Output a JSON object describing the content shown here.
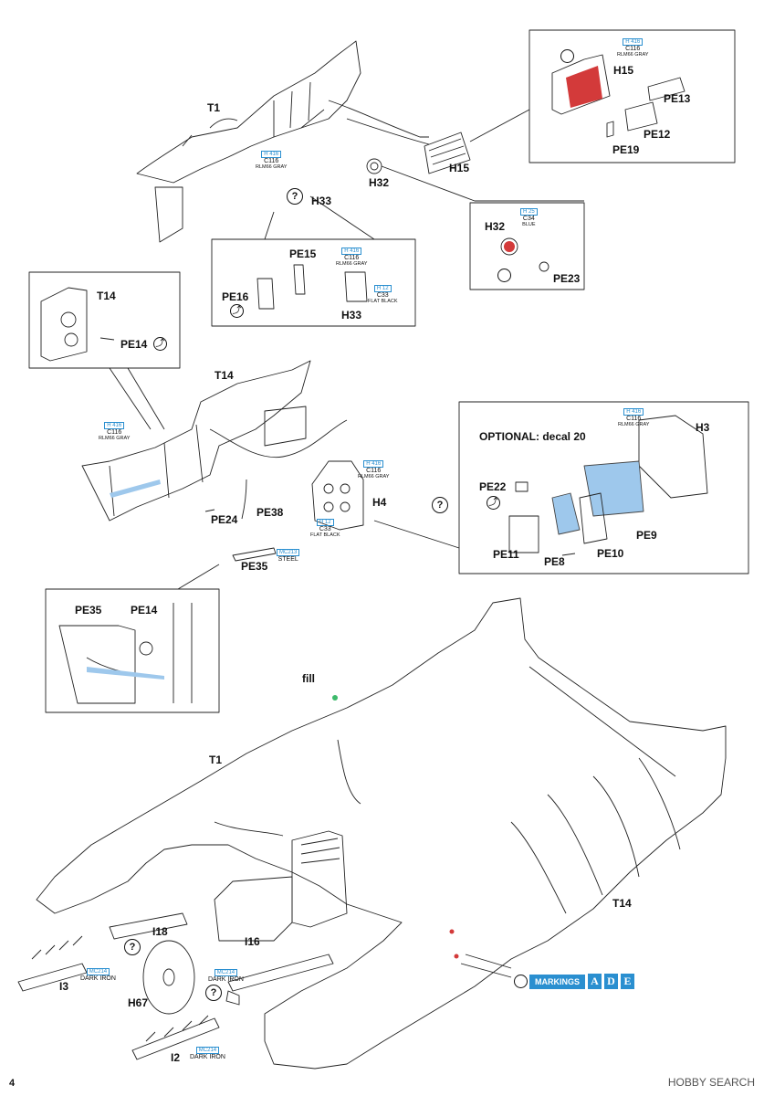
{
  "page_number": "4",
  "watermark": "HOBBY SEARCH",
  "colors": {
    "accent": "#2a8fd0",
    "red_part": "#d33a3a",
    "blue_part": "#9ec8ec"
  },
  "labels": {
    "t1_top": "T1",
    "h15_a": "H15",
    "pe13": "PE13",
    "pe12": "PE12",
    "pe19": "PE19",
    "h15_b": "H15",
    "h32_a": "H32",
    "h33": "H33",
    "h32_b": "H32",
    "pe23": "PE23",
    "pe15": "PE15",
    "pe16": "PE16",
    "h33_b": "H33",
    "t14_inset": "T14",
    "pe14_a": "PE14",
    "t14_mid": "T14",
    "optional": "OPTIONAL: decal 20",
    "h3": "H3",
    "pe22": "PE22",
    "pe9": "PE9",
    "pe11": "PE11",
    "pe8": "PE8",
    "pe10": "PE10",
    "h4": "H4",
    "pe24": "PE24",
    "pe38": "PE38",
    "pe35": "PE35",
    "pe35_inset": "PE35",
    "pe14_inset": "PE14",
    "fill": "fill",
    "t1_low": "T1",
    "t14_low": "T14",
    "i18": "I18",
    "i3": "I3",
    "h67": "H67",
    "i16": "I16",
    "i2": "I2"
  },
  "callouts": {
    "c1": {
      "h": "H 416",
      "c": "C116",
      "n": "RLM66 GRAY"
    },
    "c2": {
      "h": "H 416",
      "c": "C116",
      "n": "RLM66 GRAY"
    },
    "c3": {
      "h": "H 25",
      "c": "C34",
      "n": "BLUE"
    },
    "c4": {
      "h": "H 416",
      "c": "C116",
      "n": "RLM66 GRAY"
    },
    "c5": {
      "h": "H 12",
      "c": "C33",
      "n": "FLAT BLACK"
    },
    "c6": {
      "h": "H 416",
      "c": "C116",
      "n": "RLM66 GRAY"
    },
    "c7": {
      "h": "H 416",
      "c": "C116",
      "n": "RLM66 GRAY"
    },
    "c8": {
      "h": "H 12",
      "c": "C33",
      "n": "FLAT BLACK"
    },
    "c9": {
      "h": "H 416",
      "c": "C116",
      "n": "RLM66 GRAY"
    },
    "c10": {
      "h": "MC213",
      "c": "STEEL",
      "n": ""
    },
    "c11": {
      "h": "MC214",
      "c": "DARK IRON",
      "n": ""
    },
    "c12": {
      "h": "MC214",
      "c": "DARK IRON",
      "n": ""
    },
    "c13": {
      "h": "MC214",
      "c": "DARK IRON",
      "n": ""
    }
  },
  "question_mark": "?",
  "flip_icon": "⤴",
  "markings": {
    "label": "MARKINGS",
    "letters": [
      "A",
      "D",
      "E"
    ]
  }
}
